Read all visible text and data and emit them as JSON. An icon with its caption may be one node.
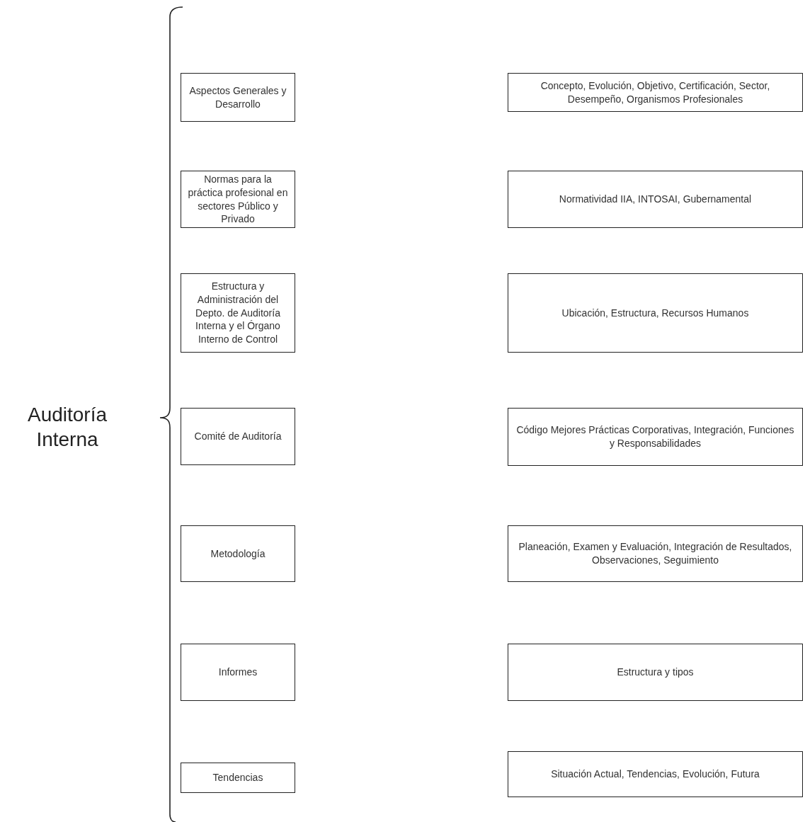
{
  "diagram": {
    "nodes": [
      {
        "text": [
          "Aspectos Generales y Desarrollo"
        ]
      },
      {
        "text": [
          "Concepto, Evolución, Objetivo, Certificación, Sector, Desempeño, Organismos Profesionales"
        ]
      },
      {
        "text": [
          "Normas para la práctica profesional en sectores Público y Privado"
        ]
      },
      {
        "text": [
          "Normatividad IIA, INTOSAI, Gubernamental"
        ]
      },
      {
        "text": [
          "Estructura y Administración del Depto. de Auditoría Interna y el Órgano Interno de Control"
        ]
      },
      {
        "text": [
          "Ubicación, Estructura, Recursos Humanos"
        ]
      },
      {
        "text": [
          "Comité de Auditoría"
        ]
      },
      {
        "text": [
          "Código Mejores Prácticas Corporativas, Integración, Funciones y Responsabilidades"
        ]
      },
      {
        "text": [
          "Metodología"
        ]
      },
      {
        "text": [
          "Planeación, Examen y Evaluación, Integración de Resultados, Observaciones, Seguimiento"
        ]
      },
      {
        "text": [
          "Informes"
        ]
      },
      {
        "text": [
          "Estructura y tipos"
        ]
      },
      {
        "text": [
          "Tendencias"
        ]
      },
      {
        "text": [
          "Situación Actual, Tendencias, Evolución, Futura"
        ]
      }
    ],
    "labels": [
      "Auditoría Interna"
    ]
  }
}
